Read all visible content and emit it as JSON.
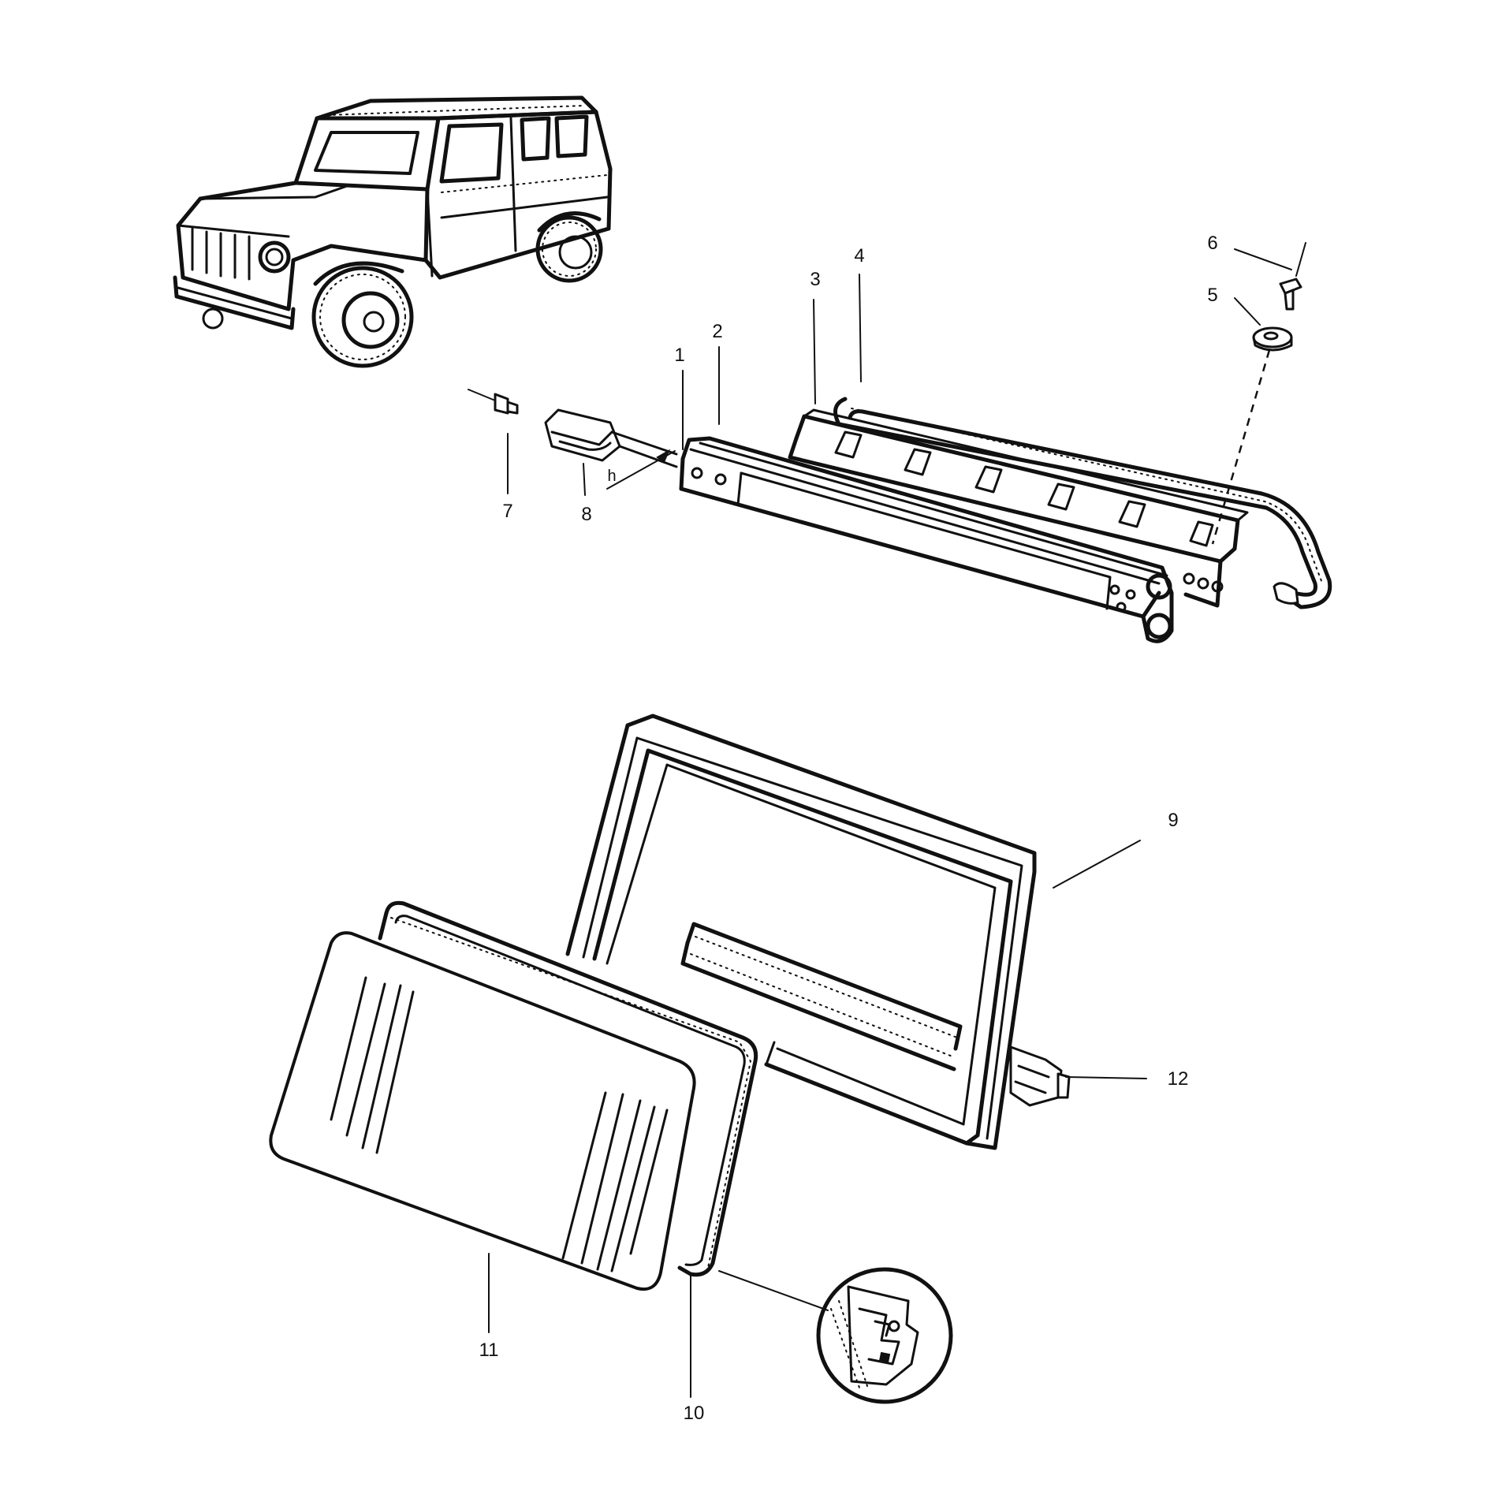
{
  "callouts": {
    "c1": "1",
    "c2": "2",
    "c3": "3",
    "c4": "4",
    "c5": "5",
    "c6": "6",
    "c7": "7",
    "c8": "8",
    "c9": "9",
    "c10": "10",
    "c11": "11",
    "c12": "12",
    "h": "h"
  },
  "colors": {
    "ink": "#111111",
    "paper": "#ffffff"
  }
}
